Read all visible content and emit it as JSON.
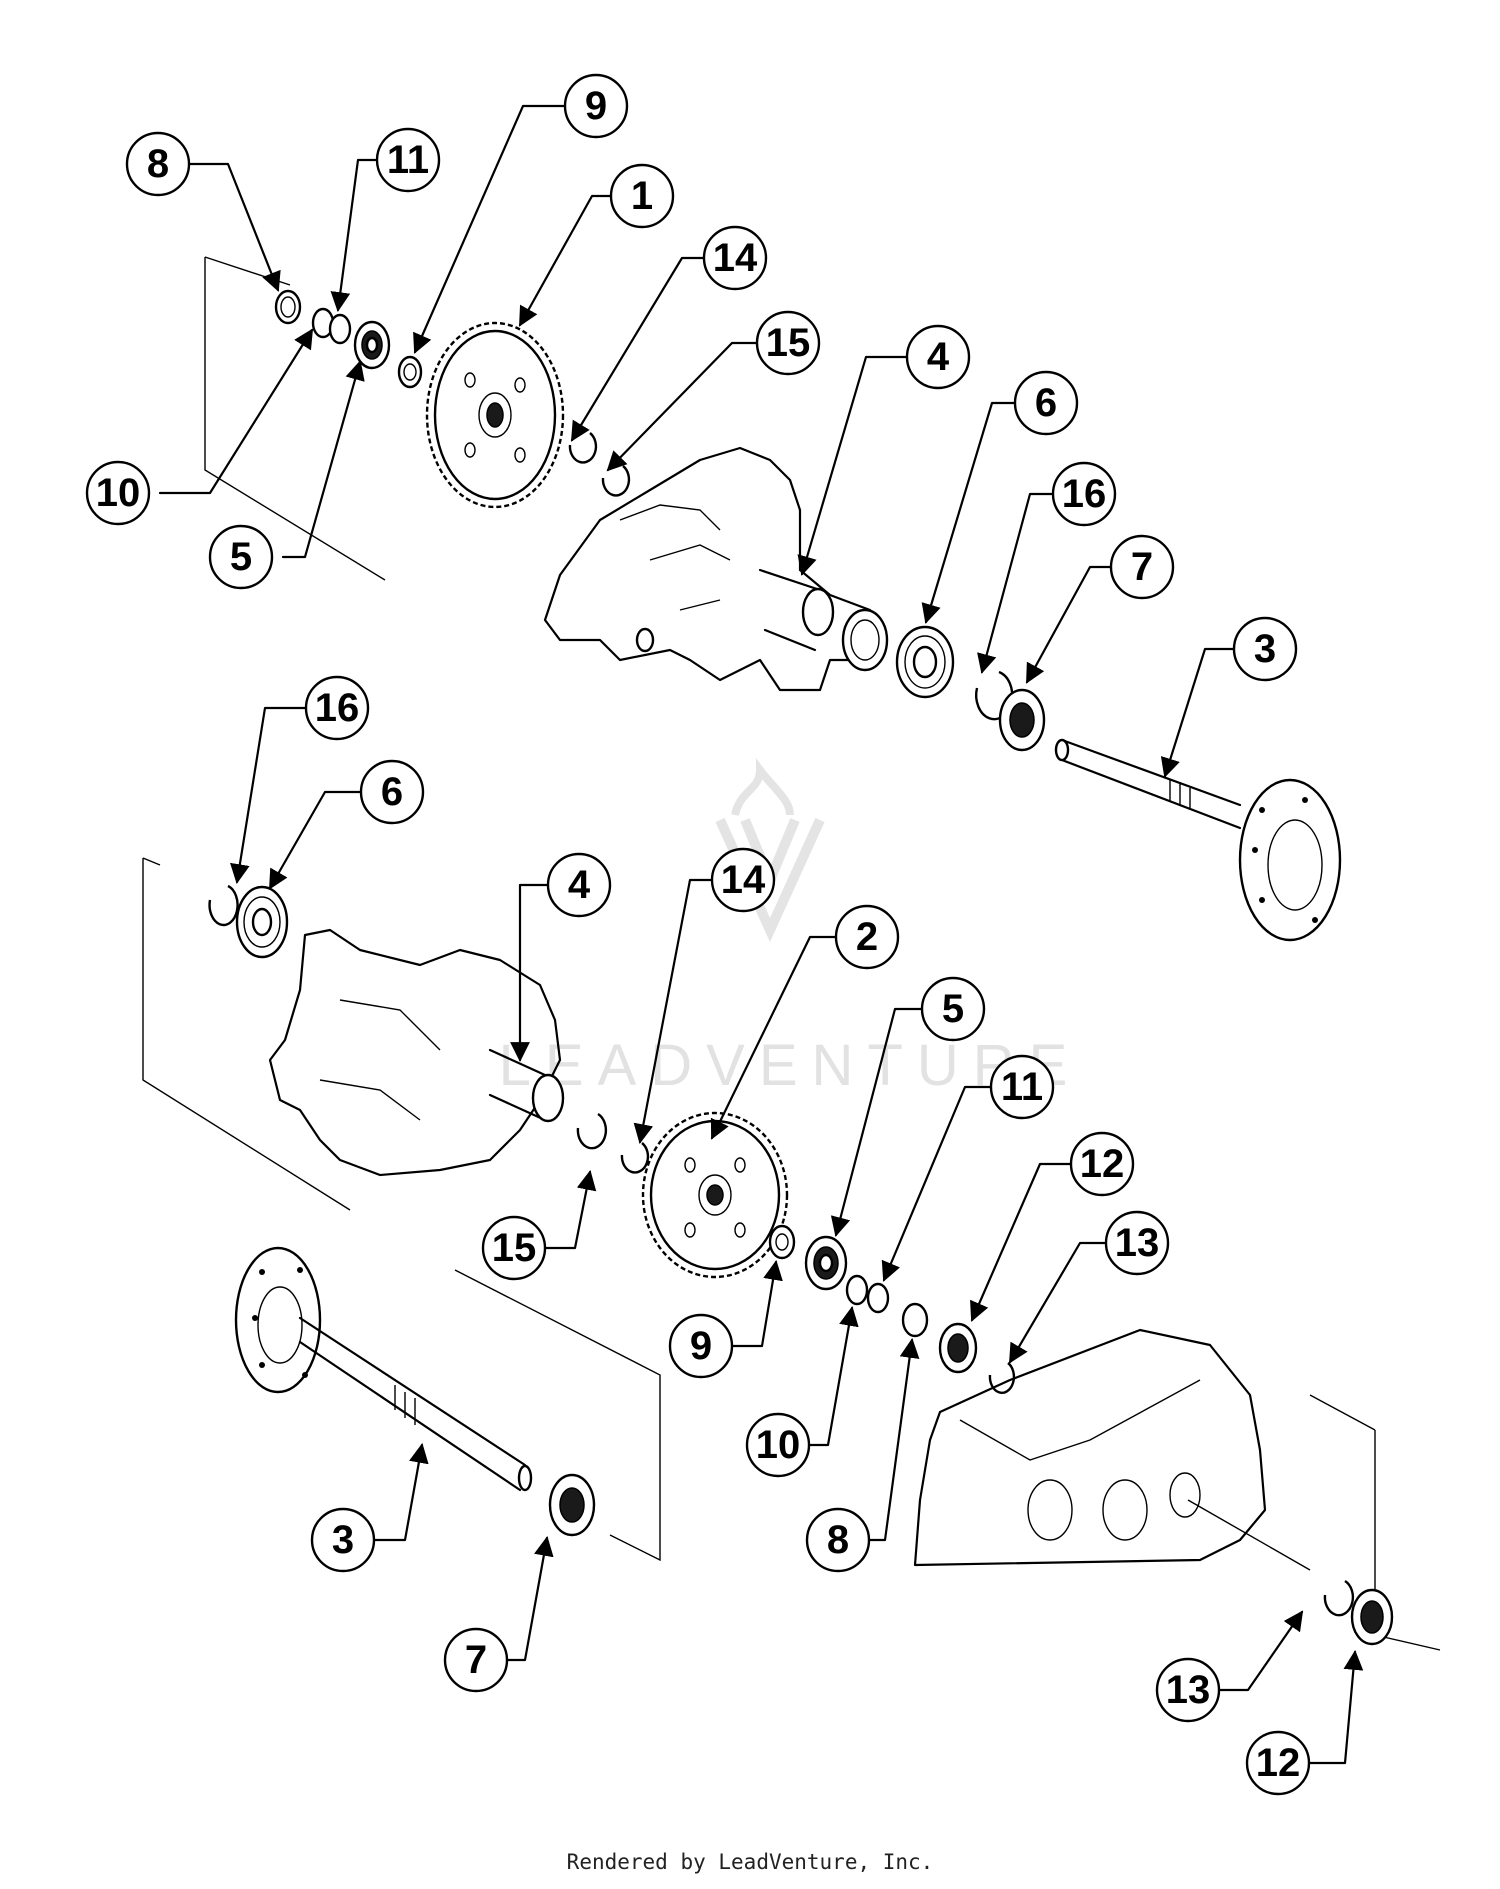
{
  "footer": {
    "text": "Rendered by LeadVenture, Inc."
  },
  "watermark": {
    "text": "LEADVENTURE"
  },
  "callouts": [
    {
      "id": "c8-top",
      "label": "8"
    },
    {
      "id": "c11-top",
      "label": "11"
    },
    {
      "id": "c9-top",
      "label": "9"
    },
    {
      "id": "c1",
      "label": "1"
    },
    {
      "id": "c14-top",
      "label": "14"
    },
    {
      "id": "c15-top",
      "label": "15"
    },
    {
      "id": "c4-top",
      "label": "4"
    },
    {
      "id": "c6-top",
      "label": "6"
    },
    {
      "id": "c16-top",
      "label": "16"
    },
    {
      "id": "c7-top",
      "label": "7"
    },
    {
      "id": "c3-top",
      "label": "3"
    },
    {
      "id": "c10-top",
      "label": "10"
    },
    {
      "id": "c5-top",
      "label": "5"
    },
    {
      "id": "c16-mid",
      "label": "16"
    },
    {
      "id": "c6-mid",
      "label": "6"
    },
    {
      "id": "c4-mid",
      "label": "4"
    },
    {
      "id": "c14-mid",
      "label": "14"
    },
    {
      "id": "c2",
      "label": "2"
    },
    {
      "id": "c5-mid",
      "label": "5"
    },
    {
      "id": "c11-mid",
      "label": "11"
    },
    {
      "id": "c12-mid",
      "label": "12"
    },
    {
      "id": "c13-mid",
      "label": "13"
    },
    {
      "id": "c15-mid",
      "label": "15"
    },
    {
      "id": "c9-mid",
      "label": "9"
    },
    {
      "id": "c10-mid",
      "label": "10"
    },
    {
      "id": "c8-mid",
      "label": "8"
    },
    {
      "id": "c3-bot",
      "label": "3"
    },
    {
      "id": "c7-bot",
      "label": "7"
    },
    {
      "id": "c13-bot",
      "label": "13"
    },
    {
      "id": "c12-bot",
      "label": "12"
    }
  ]
}
